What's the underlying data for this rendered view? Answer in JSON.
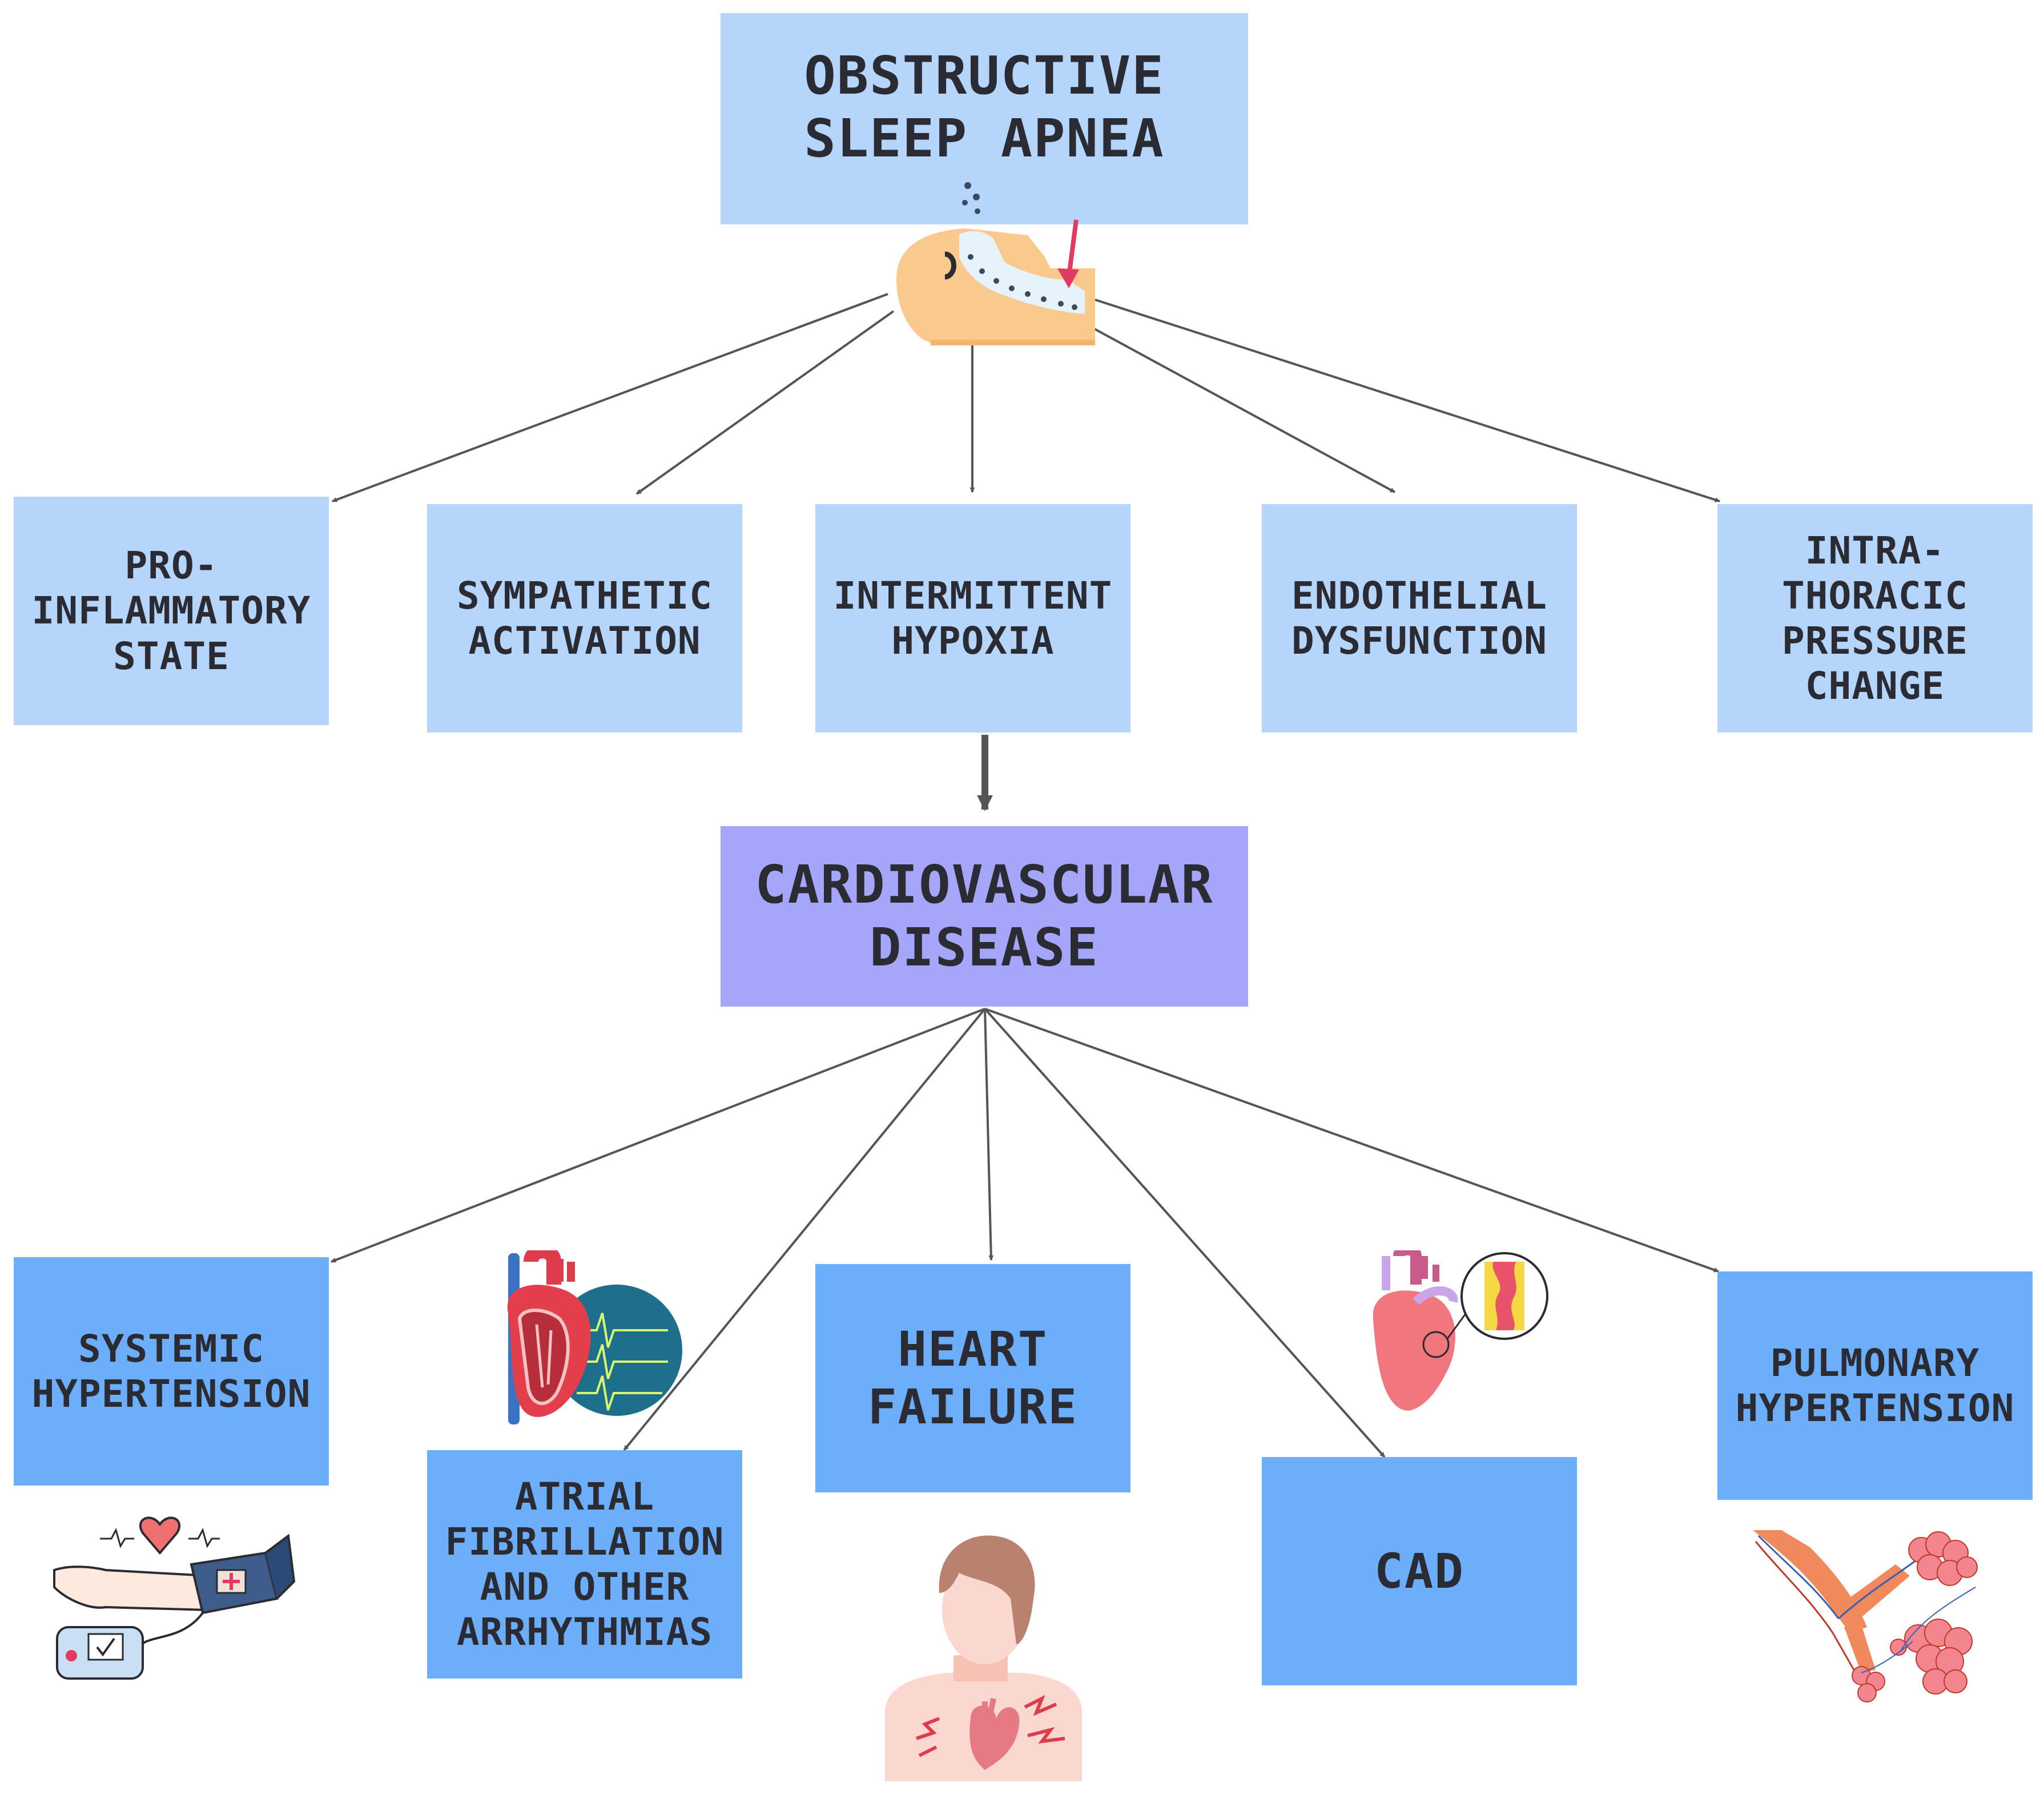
{
  "root": {
    "label": "OBSTRUCTIVE\nSLEEP APNEA",
    "icon": "sleeping-face-airway-icon"
  },
  "mechanisms": [
    {
      "id": "pro-inflammatory",
      "label": "PRO-\nINFLAMMATORY\nSTATE"
    },
    {
      "id": "sympathetic",
      "label": "SYMPATHETIC\nACTIVATION"
    },
    {
      "id": "hypoxia",
      "label": "INTERMITTENT\nHYPOXIA"
    },
    {
      "id": "endothelial",
      "label": "ENDOTHELIAL\nDYSFUNCTION"
    },
    {
      "id": "intrathoracic",
      "label": "INTRA-\nTHORACIC\nPRESSURE\nCHANGE"
    }
  ],
  "center": {
    "label": "CARDIOVASCULAR\nDISEASE"
  },
  "outcomes": [
    {
      "id": "systemic-hypertension",
      "label": "SYSTEMIC\nHYPERTENSION",
      "icon": "blood-pressure-cuff-icon"
    },
    {
      "id": "atrial-fibrillation",
      "label": "ATRIAL\nFIBRILLATION\nAND OTHER\nARRHYTHMIAS",
      "icon": "heart-ecg-icon"
    },
    {
      "id": "heart-failure",
      "label": "HEART\nFAILURE",
      "icon": "person-heart-pain-icon"
    },
    {
      "id": "cad",
      "label": "CAD",
      "icon": "heart-artery-plaque-icon"
    },
    {
      "id": "pulmonary-hypertension",
      "label": "PULMONARY\nHYPERTENSION",
      "icon": "lung-alveoli-icon"
    }
  ],
  "colors": {
    "light_box": "#b6d5fb",
    "mid_box": "#6daefb",
    "center_box": "#a5a5fa",
    "arrow": "#555555"
  }
}
